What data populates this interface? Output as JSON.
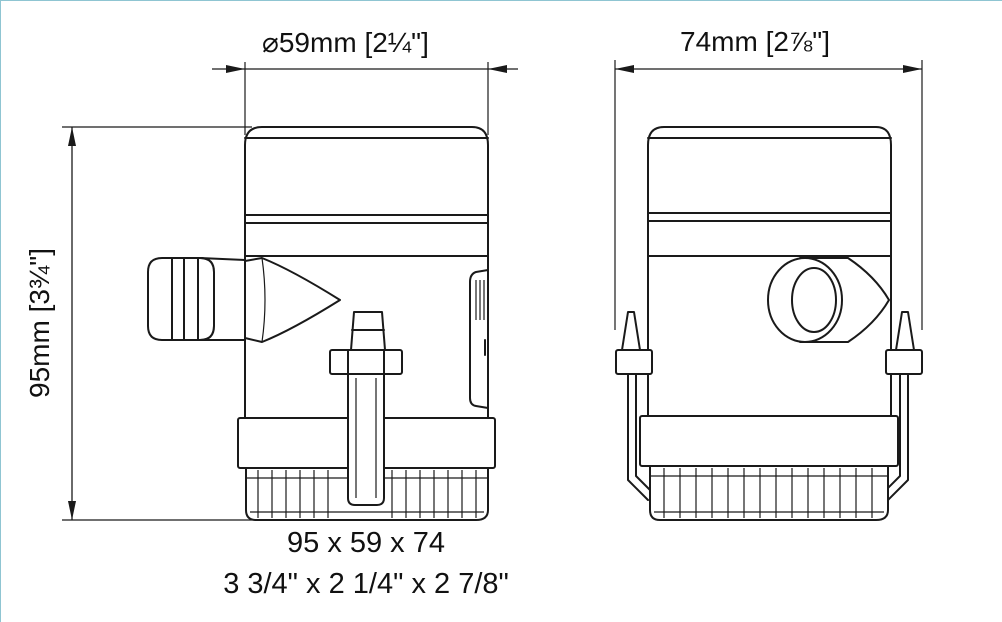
{
  "dimensions": {
    "diameter": {
      "symbol": "⌀",
      "metric": "59mm",
      "imperial": "[2¼\"]"
    },
    "depth": {
      "metric": "74mm",
      "imperial": "[2⅞\"]"
    },
    "height": {
      "metric": "95mm",
      "imperial": "[3¾\"]"
    }
  },
  "summary": {
    "metric_line": "95 x 59 x 74",
    "imperial_line": "3 3/4\" x 2 1/4\" x 2 7/8\""
  },
  "colors": {
    "line": "#1a1a1a",
    "background": "#ffffff",
    "frame": "#8fc5d2"
  }
}
